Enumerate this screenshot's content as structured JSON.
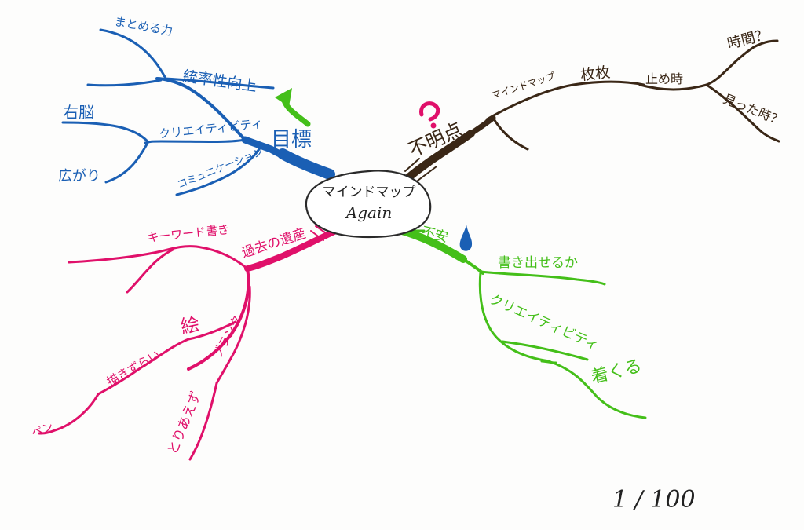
{
  "center": {
    "line1": "マインドマップ",
    "line2": "Again"
  },
  "branches": {
    "goal": {
      "main": "目標",
      "sub1": "統率性向上",
      "sub1_children": [
        "まとめる力"
      ],
      "sub2": "クリエイティビティ",
      "sub2_children": [
        "右脳",
        "広がり"
      ],
      "sub3": "コミュニケーション"
    },
    "unclear": {
      "main": "不明点",
      "sub1": "マインドマップ",
      "sub2": "枚枚",
      "sub3": "止め時",
      "sub3_children": [
        "時間？",
        "見った時？"
      ]
    },
    "anxiety": {
      "main": "不安",
      "sub1": "書き出せるか",
      "sub2": "クリエイティビティ",
      "sub2_children": [
        "着くる"
      ]
    },
    "past": {
      "main": "過去の遺産",
      "sub1": "キーワード書き",
      "sub2": "絵",
      "sub2_children": [
        "描きずらい",
        "ペン"
      ],
      "sub3": "ブランク",
      "sub3_children": [
        "とりあえず"
      ]
    }
  },
  "counter": "1 / 100",
  "colors": {
    "blue": "#1a5fb4",
    "brown": "#3a2716",
    "pink": "#e0106a",
    "green": "#44bf19"
  },
  "icons": {
    "goal_arrow": "curved-arrow-icon",
    "question": "question-mark-icon",
    "drop": "water-drop-icon"
  }
}
